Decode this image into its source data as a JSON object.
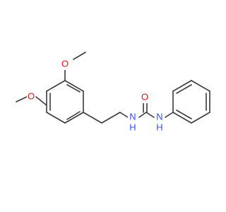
{
  "colors": {
    "bond": "#3a3a3a",
    "oxygen": "#ff0d0d",
    "nitrogen": "#3050f8",
    "background": "#ffffff"
  },
  "atoms": {
    "methoxy_top": "O",
    "methoxy_left": "O",
    "nh_left": "N",
    "nh_left_h": "H",
    "carbonyl_o": "O",
    "nh_right": "N",
    "nh_right_h": "H"
  }
}
